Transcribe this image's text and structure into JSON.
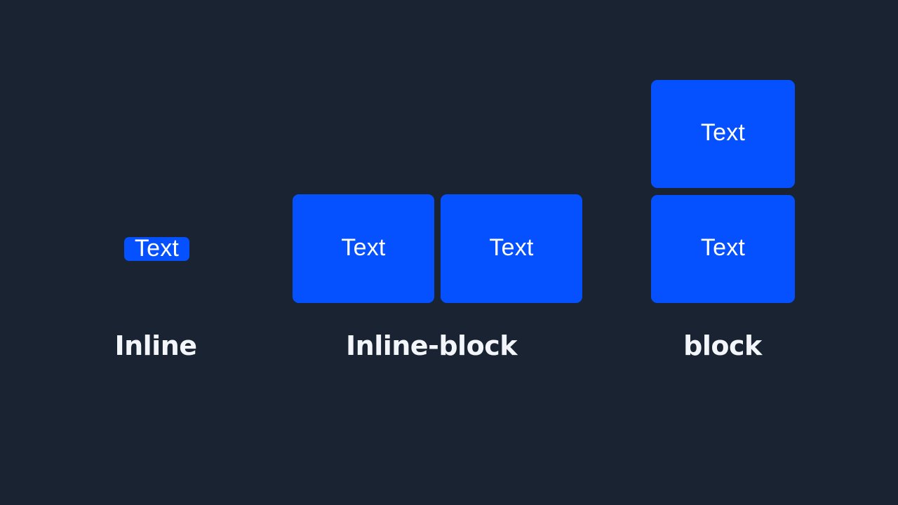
{
  "page": {
    "background_color": "#1a2332",
    "box_color": "#0550ff",
    "text_color": "#ffffff",
    "caption_color": "#f2f5f9"
  },
  "columns": [
    {
      "id": "inline",
      "caption": "Inline",
      "boxes": [
        {
          "label": "Text"
        }
      ]
    },
    {
      "id": "inline-block",
      "caption": "Inline-block",
      "boxes": [
        {
          "label": "Text"
        },
        {
          "label": "Text"
        }
      ]
    },
    {
      "id": "block",
      "caption": "block",
      "boxes": [
        {
          "label": "Text"
        },
        {
          "label": "Text"
        }
      ]
    }
  ]
}
